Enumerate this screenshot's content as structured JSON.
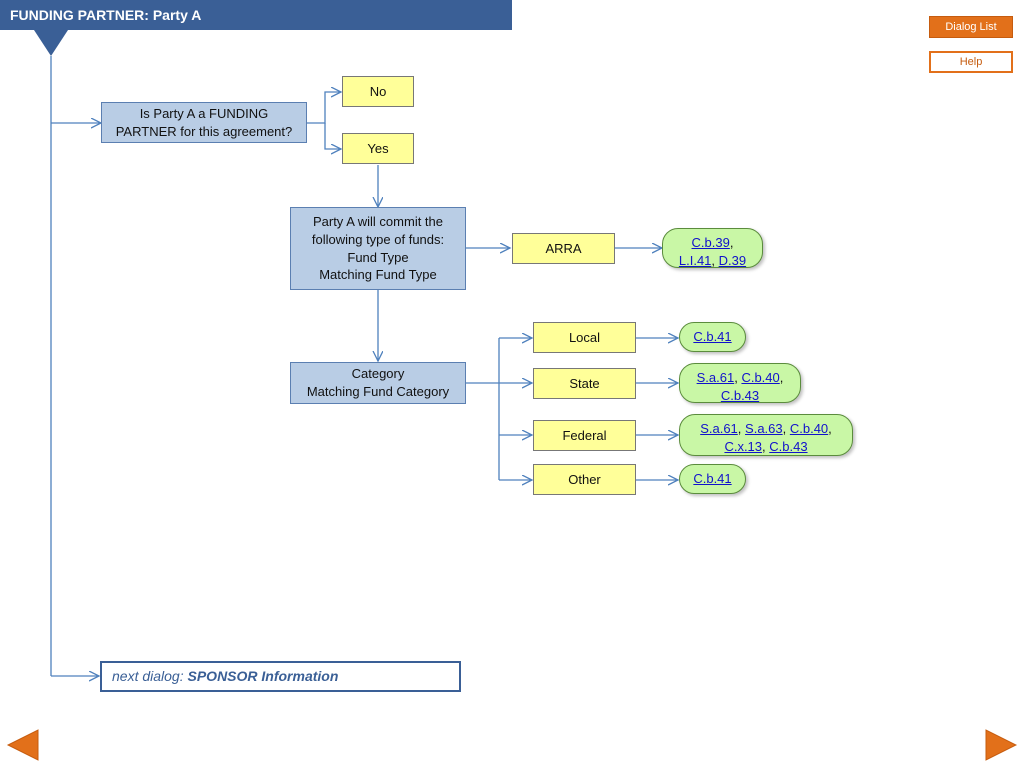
{
  "header": {
    "title": "FUNDING PARTNER: Party A"
  },
  "buttons": {
    "dialog_list": "Dialog List",
    "help": "Help"
  },
  "nodes": {
    "question": "Is Party A a FUNDING\nPARTNER for this agreement?",
    "no": "No",
    "yes": "Yes",
    "commit": "Party A will commit the\nfollowing type of funds:\nFund Type\nMatching Fund Type",
    "arra": "ARRA",
    "category": "Category\nMatching Fund Category",
    "local": "Local",
    "state": "State",
    "federal": "Federal",
    "other": "Other"
  },
  "refs": {
    "arra": [
      {
        "items": [
          "C.b.39"
        ],
        "trail": ","
      },
      {
        "items": [
          "L.I.41",
          "D.39"
        ],
        "trail": ""
      }
    ],
    "local": [
      {
        "items": [
          "C.b.41"
        ],
        "trail": ""
      }
    ],
    "state": [
      {
        "items": [
          "S.a.61",
          "C.b.40"
        ],
        "trail": ","
      },
      {
        "items": [
          "C.b.43"
        ],
        "trail": ""
      }
    ],
    "federal": [
      {
        "items": [
          "S.a.61",
          "S.a.63",
          "C.b.40"
        ],
        "trail": ","
      },
      {
        "items": [
          "C.x.13",
          "C.b.43"
        ],
        "trail": ""
      }
    ],
    "other": [
      {
        "items": [
          "C.b.41"
        ],
        "trail": ""
      }
    ]
  },
  "next_dialog": {
    "label": "next dialog:",
    "target": "SPONSOR Information"
  },
  "colors": {
    "title_bar": "#3a5f96",
    "question_fill": "#b9cde5",
    "answer_fill": "#ffff99",
    "reference_fill": "#c9f7a6",
    "accent_orange": "#e2701a",
    "connector": "#4f81bd"
  },
  "icons": {
    "prev": "left-triangle-arrow-icon",
    "next": "right-triangle-arrow-icon"
  }
}
